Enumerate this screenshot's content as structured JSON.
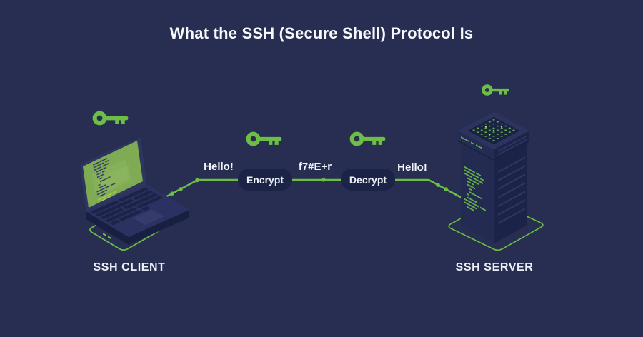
{
  "title": "What the SSH (Secure Shell) Protocol Is",
  "nodes": {
    "client": {
      "label": "SSH CLIENT"
    },
    "server": {
      "label": "SSH SERVER"
    },
    "encrypt": {
      "label": "Encrypt"
    },
    "decrypt": {
      "label": "Decrypt"
    }
  },
  "messages": {
    "plaintext_left": "Hello!",
    "ciphertext": "f7#E+r",
    "plaintext_right": "Hello!"
  },
  "icons": {
    "key": "key-icon"
  },
  "colors": {
    "background": "#272e52",
    "accent_green": "#6cbe44",
    "node_pill": "#1b2347",
    "text": "#f2f4f9",
    "screen_green": "#7fab54"
  }
}
